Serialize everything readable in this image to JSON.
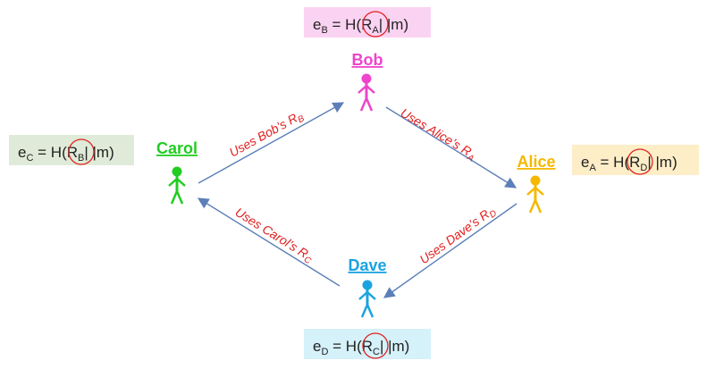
{
  "colors": {
    "bob": "#ee44cc",
    "alice": "#f5b800",
    "carol": "#22cc22",
    "dave": "#1aa3e0",
    "edge_label": "#e02020",
    "arrow": "#5b7fb8",
    "box_bob": "#fbd3f2",
    "box_alice": "#fdeec8",
    "box_carol": "#dfebd8",
    "box_dave": "#d5f1fa"
  },
  "icons": {
    "person": "person-icon",
    "arrow": "arrow-icon"
  },
  "parties": {
    "bob": {
      "name": "Bob"
    },
    "alice": {
      "name": "Alice"
    },
    "carol": {
      "name": "Carol"
    },
    "dave": {
      "name": "Dave"
    }
  },
  "equations": {
    "bob": {
      "lhs": "e",
      "lhs_sub": "B",
      "mid": " = H(",
      "r": "R",
      "r_sub": "A",
      "rhs": "| |m)"
    },
    "alice": {
      "lhs": "e",
      "lhs_sub": "A",
      "mid": " = H(",
      "r": "R",
      "r_sub": "D",
      "rhs": "| |m)"
    },
    "carol": {
      "lhs": "e",
      "lhs_sub": "C",
      "mid": " = H(",
      "r": "R",
      "r_sub": "B",
      "rhs": "| |m)"
    },
    "dave": {
      "lhs": "e",
      "lhs_sub": "D",
      "mid": " = H(",
      "r": "R",
      "r_sub": "C",
      "rhs": "| |m)"
    }
  },
  "edges": {
    "carol_to_bob": {
      "text": "Uses Bob’s R",
      "sub": "B"
    },
    "bob_to_alice": {
      "text": "Uses Alice’s R",
      "sub": "A"
    },
    "alice_to_dave": {
      "text": "Uses Dave’s R",
      "sub": "D"
    },
    "dave_to_carol": {
      "text": "Uses Carol’s R",
      "sub": "C"
    }
  }
}
